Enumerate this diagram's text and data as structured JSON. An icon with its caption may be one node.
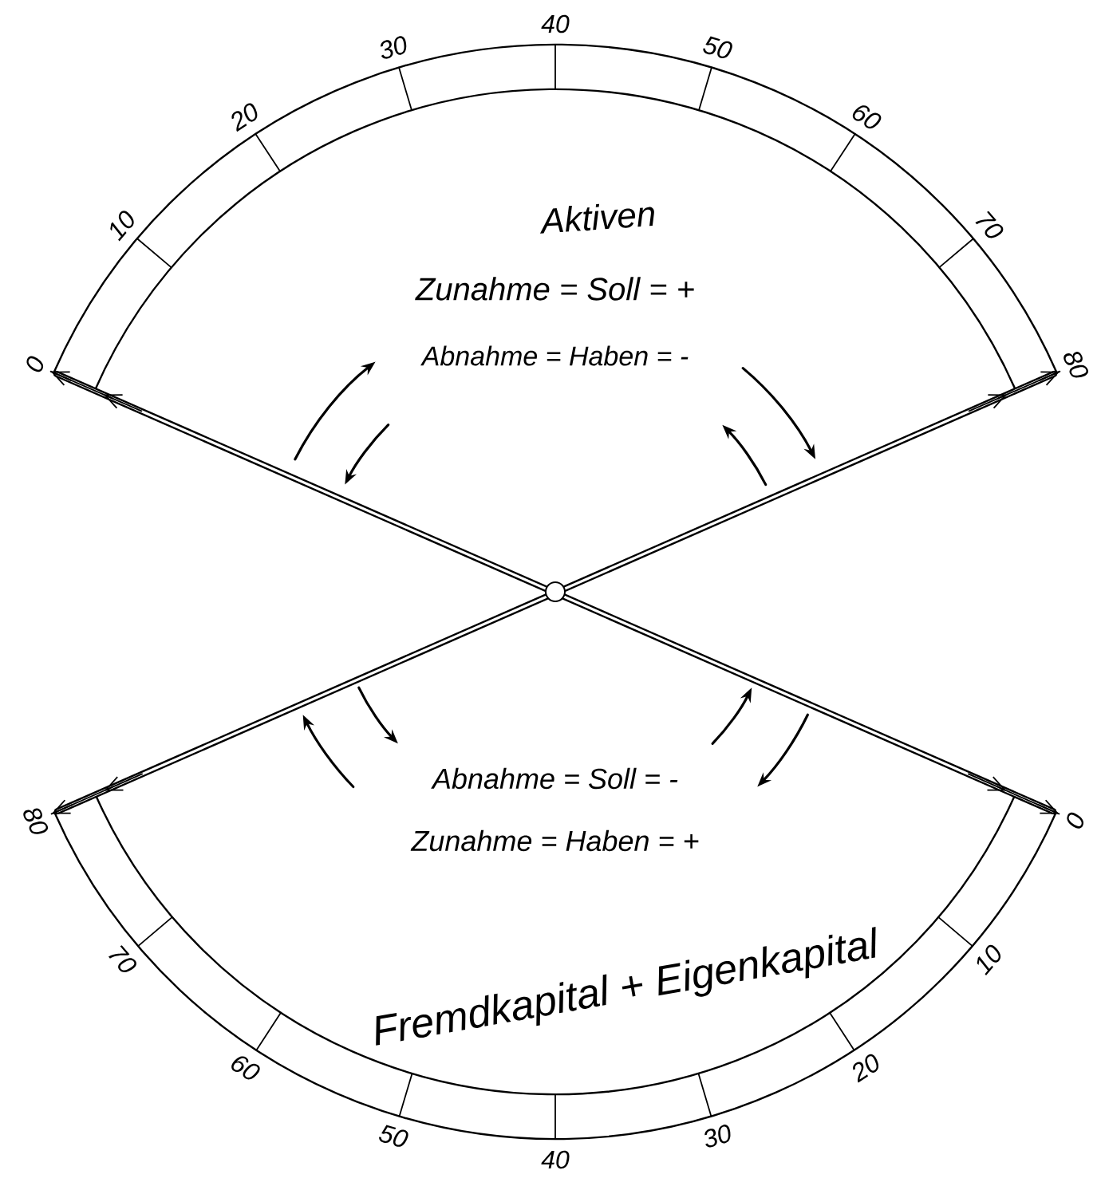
{
  "diagram": {
    "nodes": [
      {
        "text": [
          "Aktiven"
        ]
      },
      {
        "text": [
          "Fremdkapital + Eigenkapital"
        ]
      }
    ],
    "edges": [
      {
        "from": 0,
        "to": 1,
        "arrow": "both"
      },
      {
        "from": 0,
        "to": 1,
        "arrow": "both"
      }
    ],
    "labels": [
      "0",
      "10",
      "20",
      "30",
      "40",
      "50",
      "60",
      "70",
      "80",
      "Zunahme = Soll = +",
      "Abnahme = Haben = -",
      "Abnahme = Soll = -",
      "Zunahme = Haben = +",
      "80",
      "70",
      "60",
      "50",
      "40",
      "30",
      "20",
      "10",
      "0"
    ]
  }
}
